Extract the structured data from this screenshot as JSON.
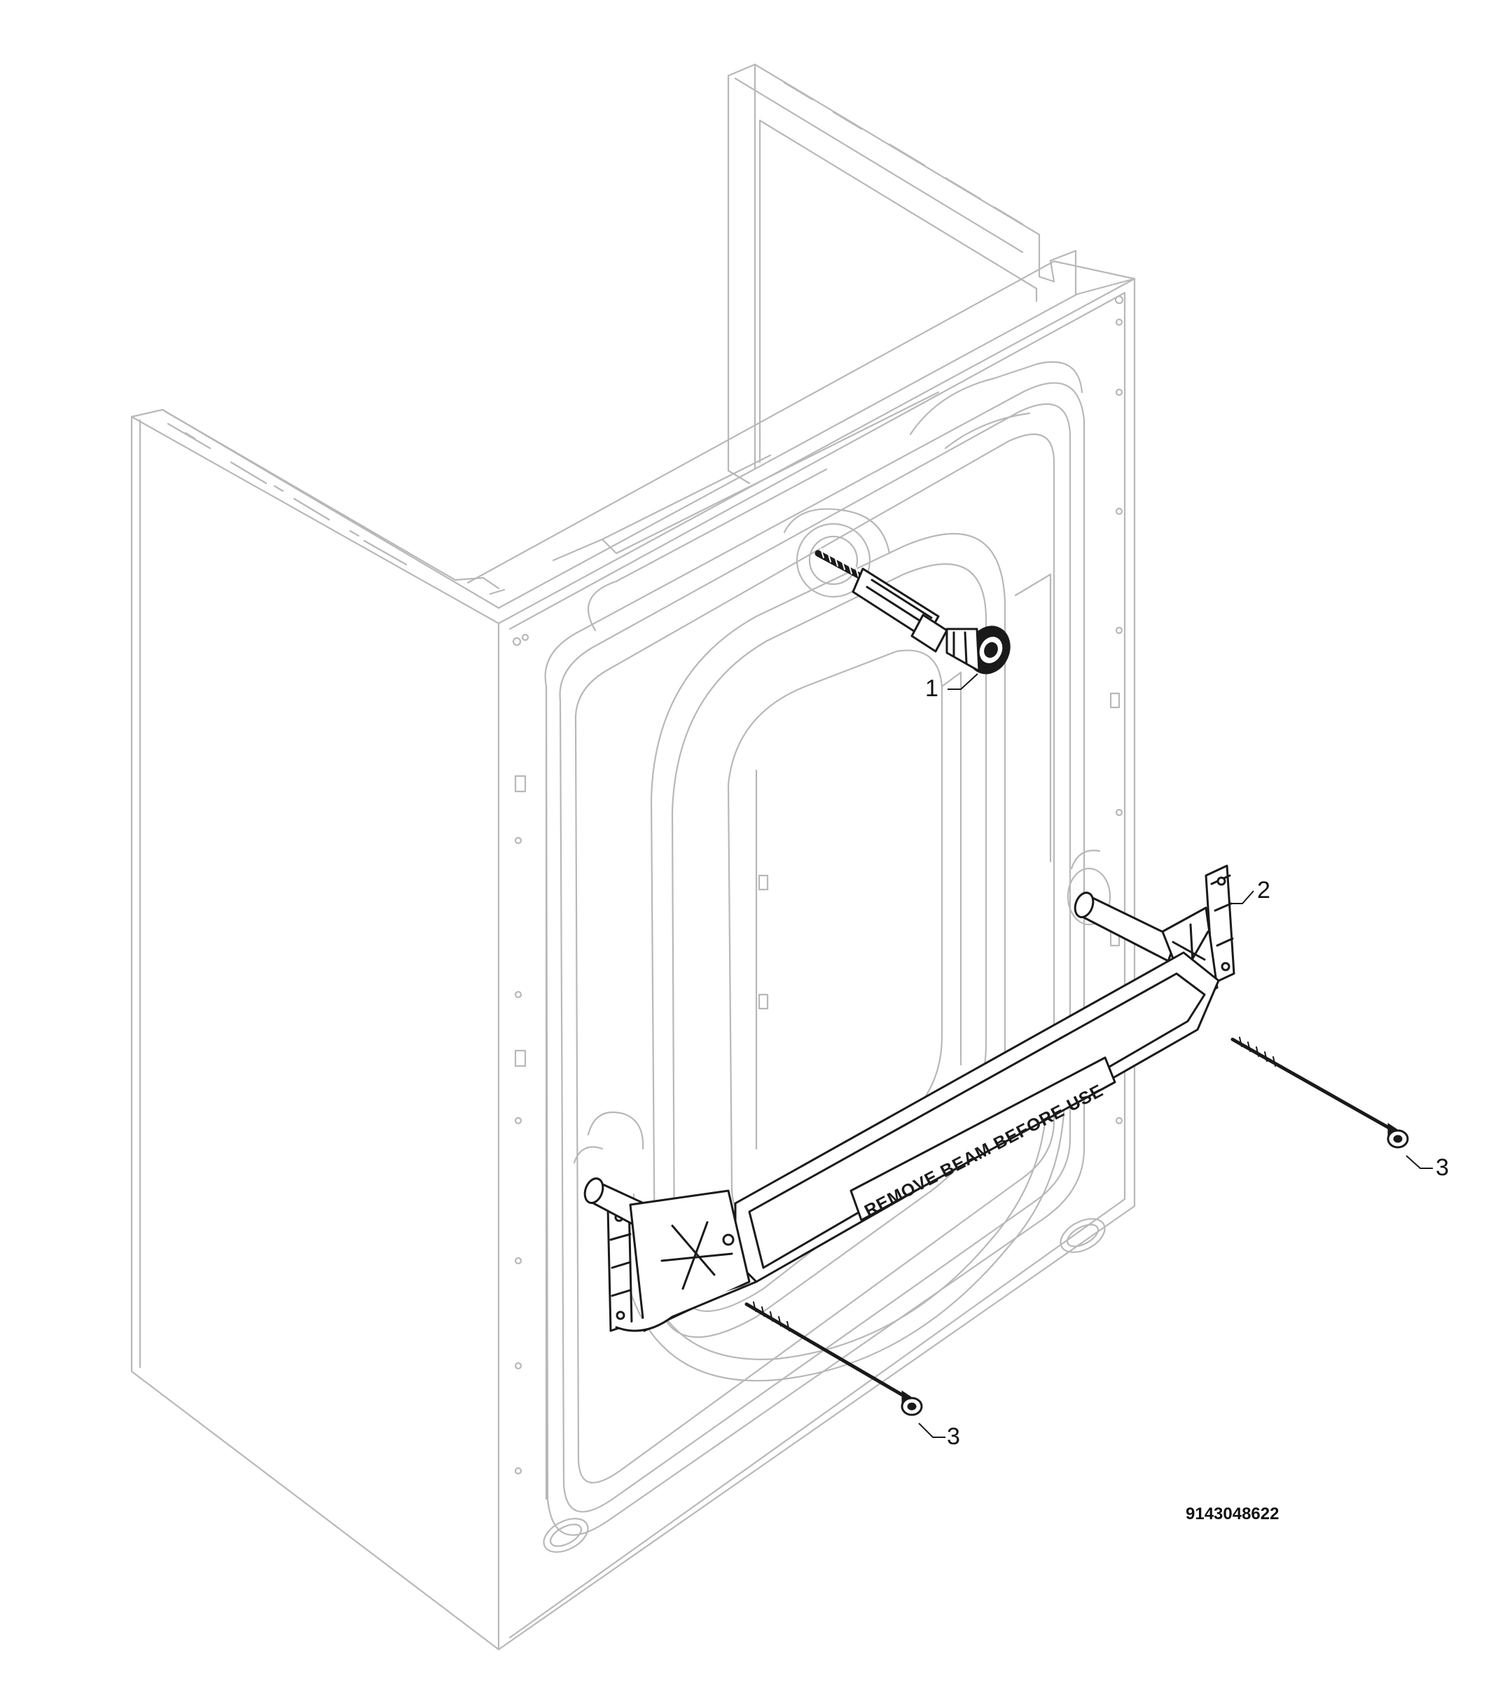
{
  "diagram": {
    "parts": [
      {
        "callout": "1",
        "name": "shipping bolt"
      },
      {
        "callout": "2",
        "name": "transport beam"
      },
      {
        "callout": "3",
        "name": "screw"
      },
      {
        "callout": "3",
        "name": "screw"
      }
    ],
    "beam_label": "REMOVE BEAM BEFORE USE",
    "reference_number": "9143048622"
  },
  "colors": {
    "cabinet_line": "#b8b8b8",
    "part_line": "#1a1a1a",
    "background": "#ffffff"
  }
}
